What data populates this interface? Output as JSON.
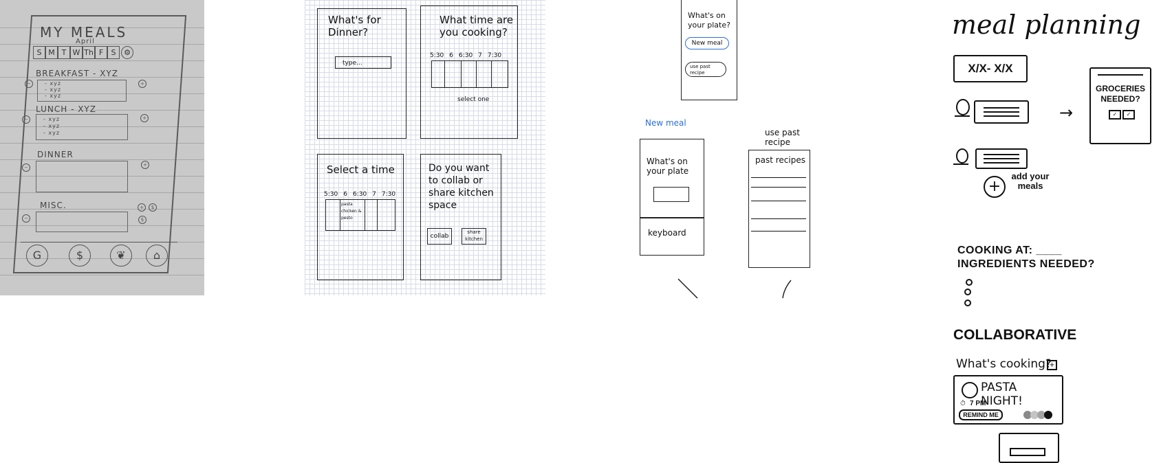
{
  "sketch1": {
    "title": "MY MEALS",
    "subtitle": "April",
    "days": [
      "S",
      "M",
      "T",
      "W",
      "Th",
      "F",
      "S"
    ],
    "meals": [
      {
        "label": "BREAKFAST - XYZ",
        "lines": [
          "- xyz",
          "- xyz",
          "- xyz"
        ]
      },
      {
        "label": "LUNCH - XYZ",
        "lines": [
          "- xyz",
          "- xyz",
          "- xyz"
        ]
      },
      {
        "label": "DINNER",
        "lines": []
      },
      {
        "label": "MISC.",
        "lines": []
      }
    ],
    "nav_icons": [
      "G",
      "$",
      "leaf",
      "home"
    ]
  },
  "sketch2": {
    "screen1": {
      "title": "What's for Dinner?",
      "input_placeholder": "type..."
    },
    "screen2": {
      "title": "What time are you cooking?",
      "times": [
        "5:30",
        "6",
        "6:30",
        "7",
        "7:30"
      ],
      "hint": "select one"
    },
    "screen3": {
      "title": "Select a time",
      "times": [
        "5:30",
        "6",
        "6:30",
        "7",
        "7:30"
      ],
      "slot_text": "pasta chicken & pesto"
    },
    "screen4": {
      "title": "Do you want to collab or share kitchen space",
      "button1": "collab",
      "button2": "share kitchen"
    }
  },
  "sketch3": {
    "top_title": "What's on your plate?",
    "new_meal_btn": "New meal",
    "past_recipe_btn": "use past recipe",
    "label_new": "New meal",
    "label_past": "use past recipe",
    "left_title": "What's on your plate",
    "keyboard": "keyboard",
    "past_title": "past recipes"
  },
  "sketch4": {
    "title": "meal planning",
    "date_range": "X/X- X/X",
    "groceries": "GROCERIES NEEDED?",
    "add_meals": "add your meals",
    "cooking_at": "COOKING AT: ____",
    "ingredients": "INGREDIENTS NEEDED?",
    "collab": "COLLABORATIVE",
    "whats_cooking": "What's cooking?",
    "event_title": "PASTA NIGHT!",
    "event_time": "7 PM",
    "remind": "REMIND ME"
  },
  "colors": {
    "accent_blue": "#2b6fd6",
    "paper_gray": "#c9c9c9",
    "grid": "#d7dbe6"
  }
}
